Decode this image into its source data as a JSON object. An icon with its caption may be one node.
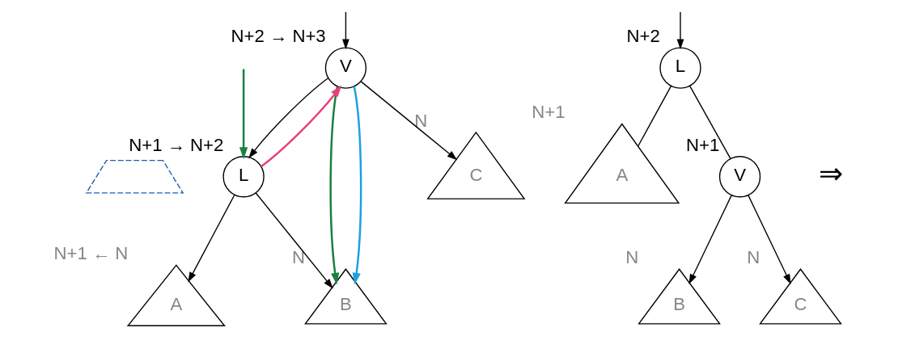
{
  "diagram": {
    "nodes": [
      {
        "text": [
          "V"
        ],
        "beside": [
          "N+2 → N+3"
        ]
      },
      {
        "text": [
          "L"
        ],
        "beside": [
          "N+1 → N+2"
        ]
      },
      {
        "text": [
          "A"
        ],
        "beside": [
          "N+1 ← N"
        ]
      },
      {
        "text": [
          "B"
        ],
        "beside": [
          "N"
        ]
      },
      {
        "text": [
          "C"
        ],
        "beside": [
          "N"
        ]
      },
      {
        "text": [],
        "shape": "trapezoid"
      },
      {
        "text": [
          "L"
        ],
        "beside": [
          "N+2"
        ]
      },
      {
        "text": [
          "A"
        ],
        "beside": [
          "N+1"
        ]
      },
      {
        "text": [
          "V"
        ],
        "beside": [
          "N+1"
        ]
      },
      {
        "text": [
          "B"
        ],
        "beside": [
          "N"
        ]
      },
      {
        "text": [
          "C"
        ],
        "beside": [
          "N"
        ]
      }
    ],
    "edges": [
      {
        "from": null,
        "to": 0,
        "arrow": "to"
      },
      {
        "from": 0,
        "to": 1,
        "arrow": "to"
      },
      {
        "from": 0,
        "to": 4,
        "arrow": "to"
      },
      {
        "from": 1,
        "to": 2,
        "arrow": "to"
      },
      {
        "from": 1,
        "to": 3,
        "arrow": "to"
      },
      {
        "from": null,
        "to": 1,
        "arrow": "to",
        "color": "#1a8040"
      },
      {
        "from": 1,
        "to": 0,
        "arrow": "to",
        "color": "#e8407a"
      },
      {
        "from": 0,
        "to": 3,
        "arrow": "to",
        "color": "#1a8040"
      },
      {
        "from": 0,
        "to": 3,
        "arrow": "to",
        "color": "#1ea0e0"
      },
      {
        "from": null,
        "to": 6,
        "arrow": "to"
      },
      {
        "from": 6,
        "to": 7,
        "arrow": "none"
      },
      {
        "from": 6,
        "to": 8,
        "arrow": "none"
      },
      {
        "from": 8,
        "to": 9,
        "arrow": "to"
      },
      {
        "from": 8,
        "to": 10,
        "arrow": "to"
      }
    ],
    "labels": [
      "⇒"
    ]
  }
}
